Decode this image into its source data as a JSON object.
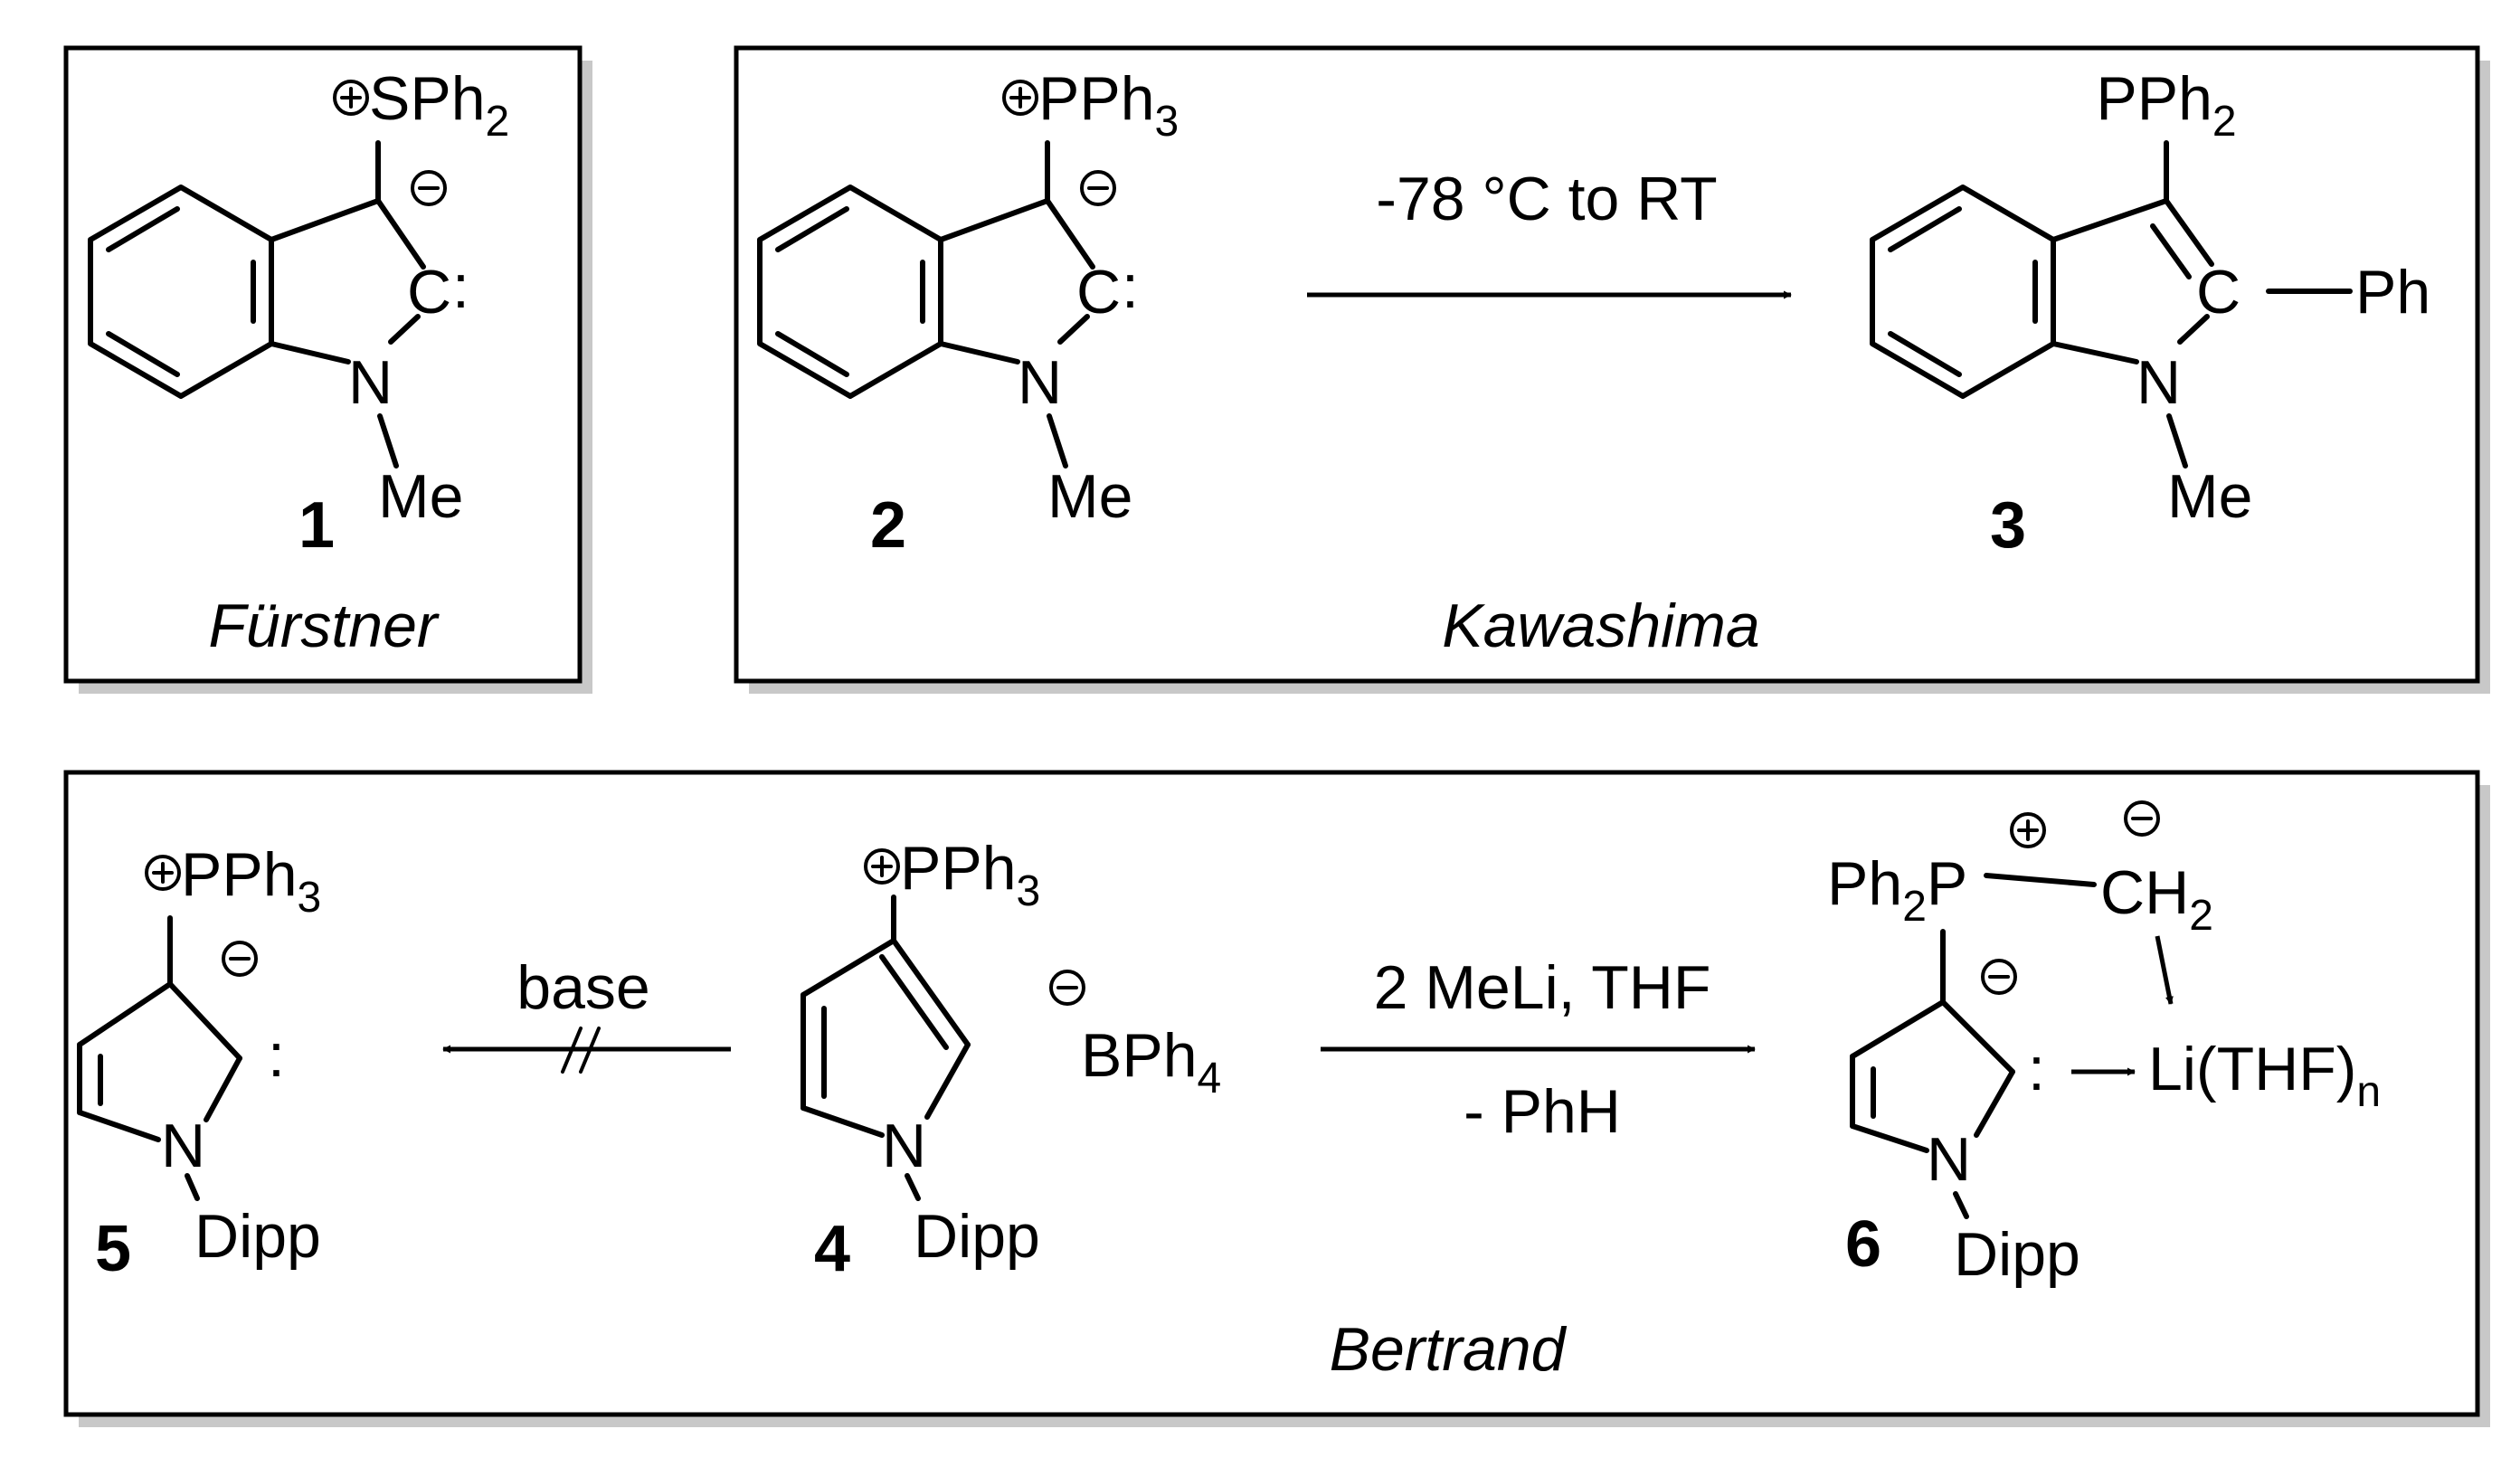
{
  "panels": {
    "furstner": {
      "name": "Fürstner",
      "compound_number": "1",
      "cation_group": "SPh",
      "cation_sub": "2",
      "carbene_atom": "C",
      "carbene_dots": ":",
      "nitrogen": "N",
      "n_substituent": "Me"
    },
    "kawashima": {
      "name": "Kawashima",
      "reactant_number": "2",
      "reactant_cation_group": "PPh",
      "reactant_cation_sub": "3",
      "reactant_carbene_atom": "C",
      "reactant_carbene_dots": ":",
      "reactant_nitrogen": "N",
      "reactant_n_substituent": "Me",
      "condition": "-78 °C to RT",
      "product_number": "3",
      "product_group": "PPh",
      "product_group_sub": "2",
      "product_c2_atom": "C",
      "product_c2_substituent": "Ph",
      "product_nitrogen": "N",
      "product_n_substituent": "Me"
    },
    "bertrand": {
      "name": "Bertrand",
      "start_number": "4",
      "start_cation_group": "PPh",
      "start_cation_sub": "3",
      "start_nitrogen": "N",
      "start_n_substituent": "Dipp",
      "counterion": "BPh",
      "counterion_sub": "4",
      "left_condition": "base",
      "left_number": "5",
      "left_cation_group": "PPh",
      "left_cation_sub": "3",
      "left_carbene_dots": ":",
      "left_nitrogen": "N",
      "left_n_substituent": "Dipp",
      "right_condition_top": "2 MeLi, THF",
      "right_condition_bottom": "- PhH",
      "right_number": "6",
      "right_p_group_a": "Ph",
      "right_p_group_sub": "2",
      "right_p_group_b": "P",
      "right_ch2": "CH",
      "right_ch2_sub": "2",
      "right_carbene_dots": ":",
      "right_li": "Li(THF)",
      "right_li_sub": "n",
      "right_nitrogen": "N",
      "right_n_substituent": "Dipp"
    }
  }
}
